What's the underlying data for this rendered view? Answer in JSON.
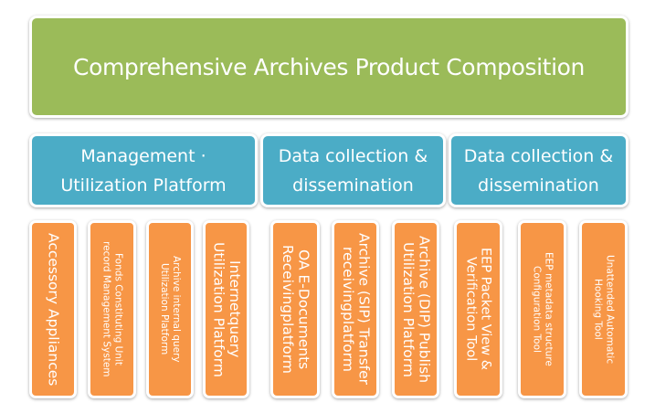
{
  "diagram": {
    "title": "Comprehensive Archives Product Composition",
    "colors": {
      "root": "#9bbb59",
      "category": "#4bacc6",
      "item": "#f79646",
      "text": "#ffffff"
    },
    "categories": [
      {
        "label": "Management ·\nUtilization Platform"
      },
      {
        "label": "Data collection  &\ndissemination"
      },
      {
        "label": "Data collection  &\ndissemination"
      }
    ],
    "items": [
      {
        "label": "Accessory Appliances",
        "category": 0
      },
      {
        "label": "Fonds Constituting Unit\nrecord Management  System",
        "category": 0
      },
      {
        "label": "Archive internal query\nUtilization  Platform",
        "category": 0
      },
      {
        "label": "Internetquery\nUtilization Platform",
        "category": 0
      },
      {
        "label": "OA E-Documents\nReceivingplatform",
        "category": 1
      },
      {
        "label": "Archive (SIP) Transfer\nreceivingplatform",
        "category": 1
      },
      {
        "label": "Archive (DIP) Publish\nUtilization Platform",
        "category": 1
      },
      {
        "label": "EEP Packet View &\nVerification Tool",
        "category": 2
      },
      {
        "label": "EEP metadata structure\nConfiguration Tool",
        "category": 2
      },
      {
        "label": "Unattended Automatic\nHooking Tool",
        "category": 2
      }
    ]
  }
}
